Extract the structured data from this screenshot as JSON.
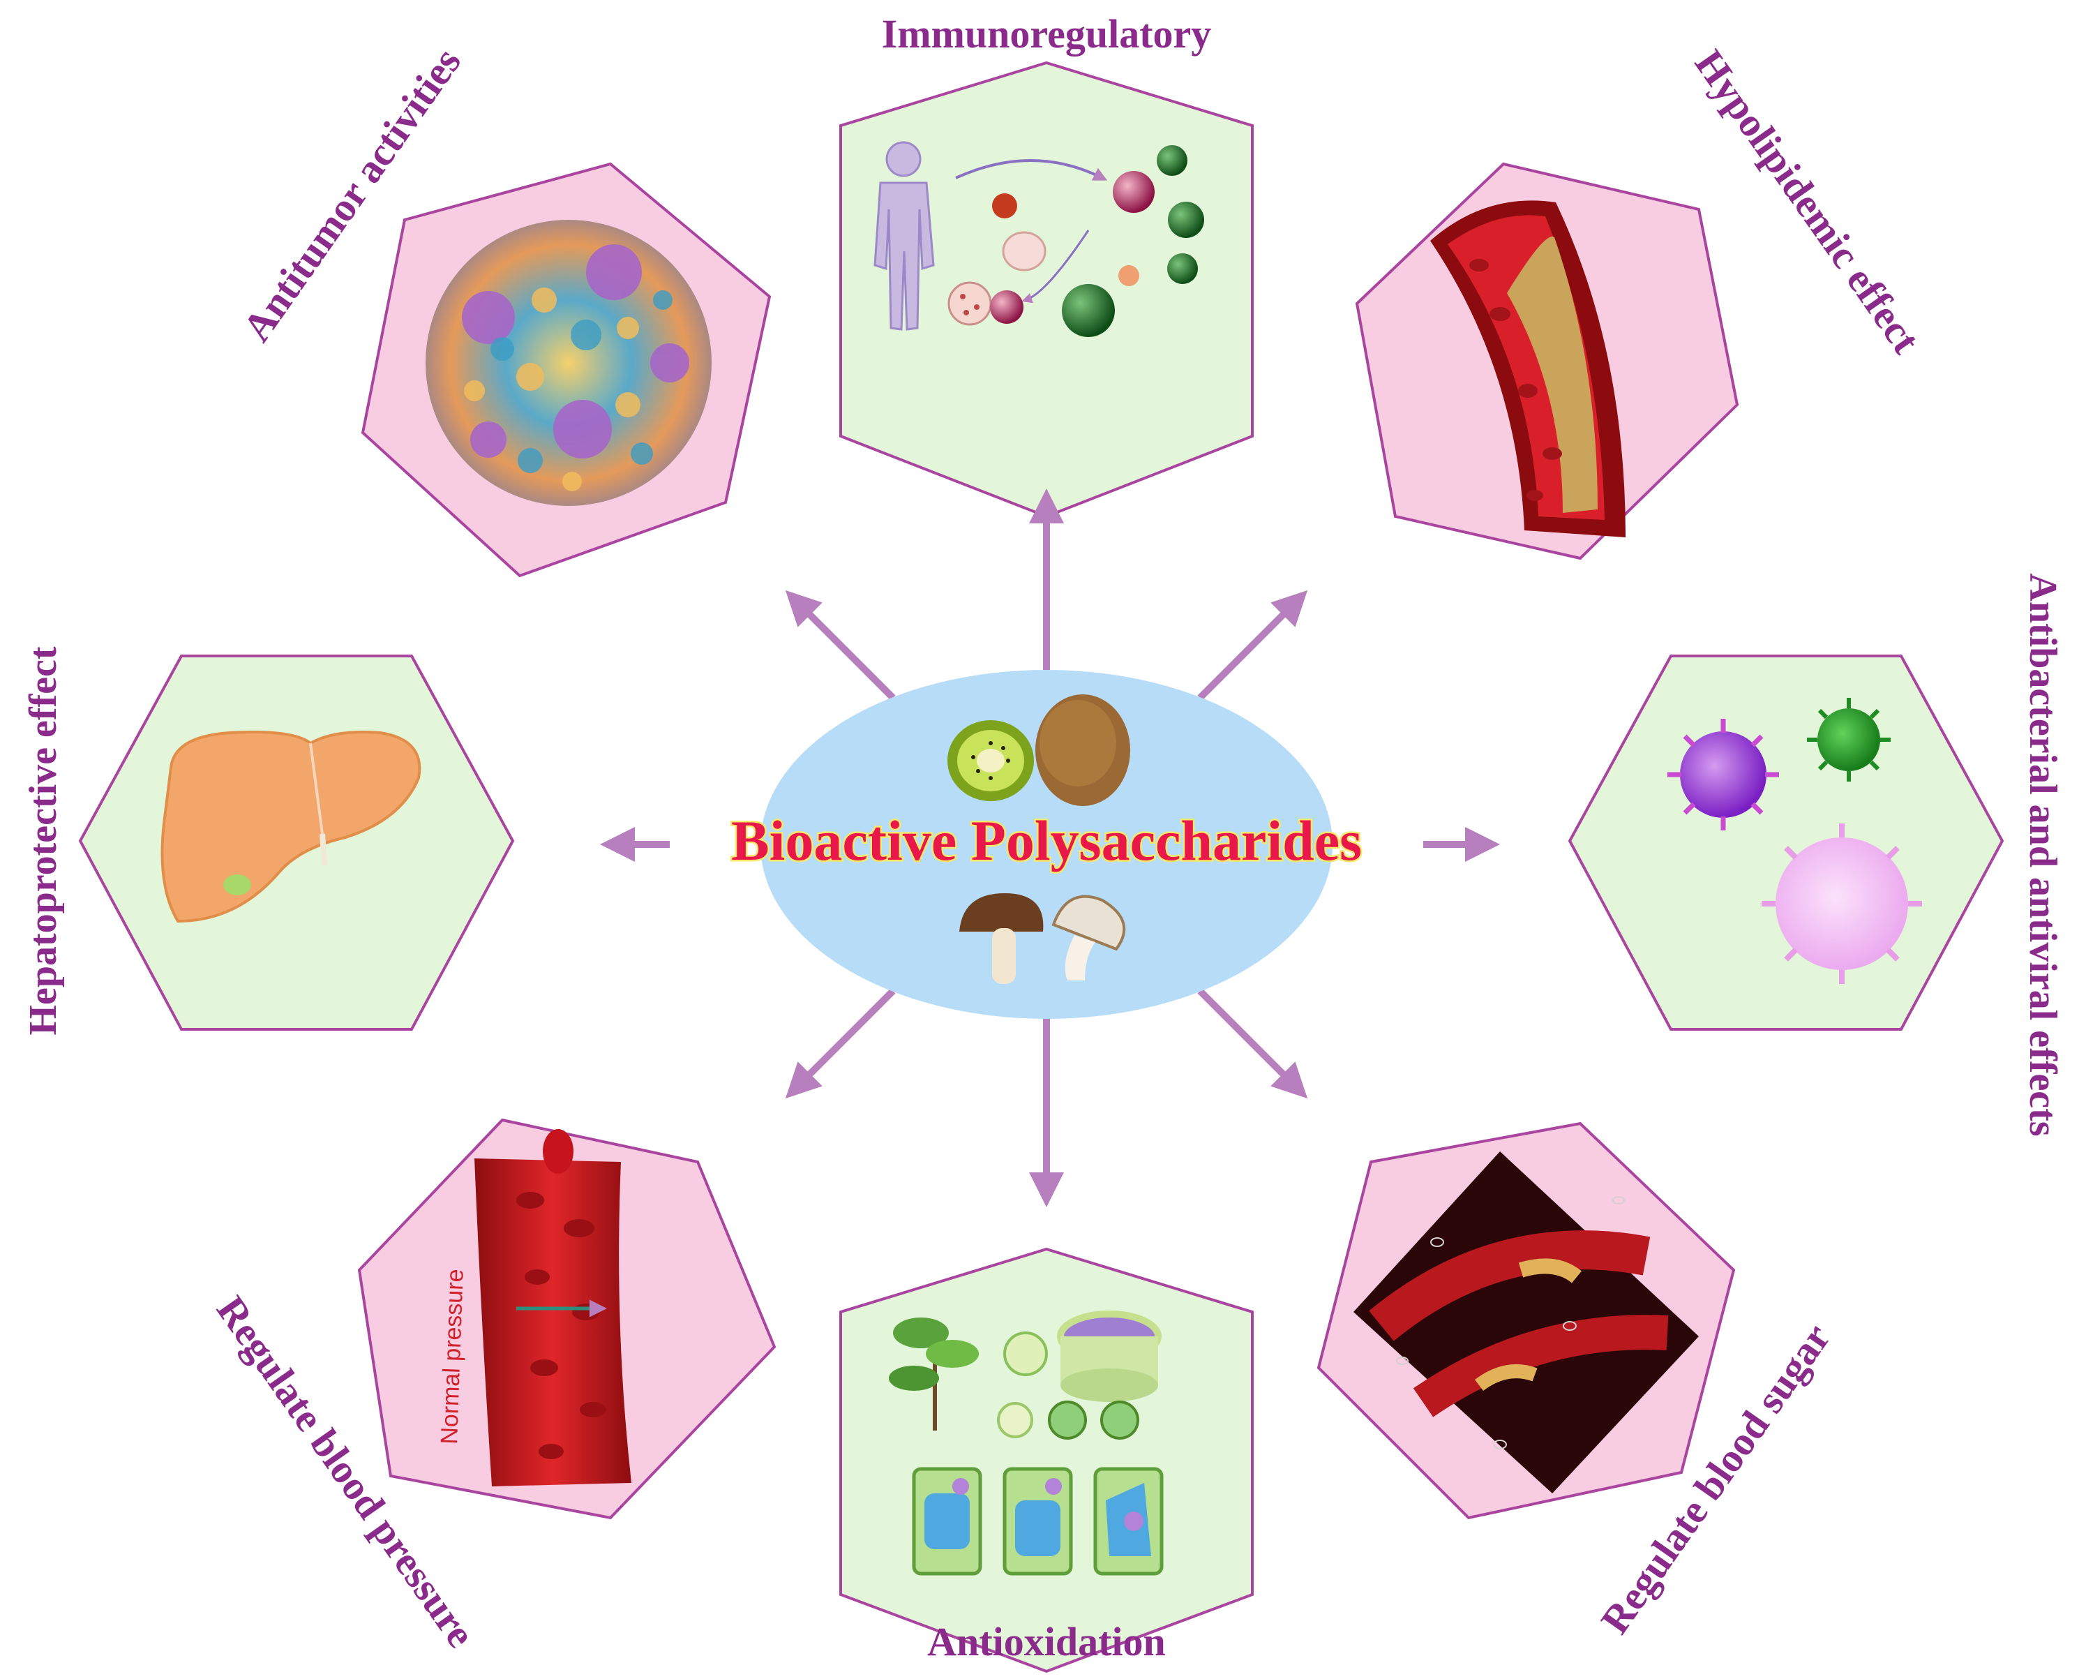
{
  "center": {
    "title": "Bioactive Polysaccharides"
  },
  "effects": {
    "immunoregulatory": "Immunoregulatory",
    "antitumor": "Antitumor activities",
    "hypolipidemic": "Hypolipidemic effect",
    "hepatoprotective": "Hepatoprotective effect",
    "antibacterial": "Antibacterial and antiviral effects",
    "blood_pressure": "Regulate blood pressure",
    "antioxidation": "Antioxidation",
    "blood_sugar": "Regulate blood sugar"
  },
  "figures": {
    "normal_pressure": "Normal pressure"
  },
  "colors": {
    "label": "#8a2a8a",
    "arrow": "#b77fbd",
    "hex_stroke": "#a9459f",
    "hex_green": "#e3f6d9",
    "hex_pink": "#f9cde1",
    "ellipse": "#b6dcf8",
    "title_fill": "#e8184a",
    "title_outline": "#f6e96a"
  }
}
